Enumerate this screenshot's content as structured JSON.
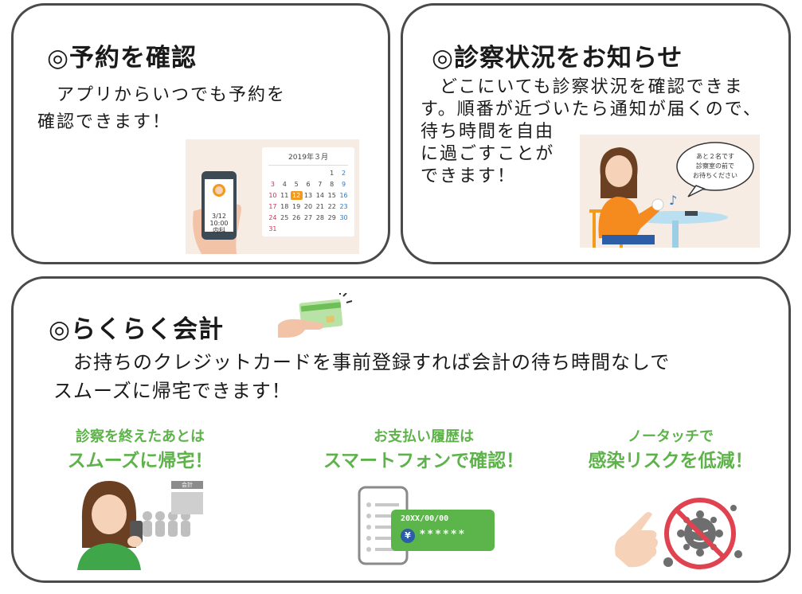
{
  "reserve": {
    "title": "◎予約を確認",
    "body_line1": "　アプリからいつでも予約を",
    "body_line2": "確認できます！",
    "calendar": {
      "month_label": "2019年３月",
      "rows": [
        [
          "",
          "",
          "",
          "",
          "",
          "1",
          "2"
        ],
        [
          "3",
          "4",
          "5",
          "6",
          "7",
          "8",
          "9"
        ],
        [
          "10",
          "11",
          "12",
          "13",
          "14",
          "15",
          "16"
        ],
        [
          "17",
          "18",
          "19",
          "20",
          "21",
          "22",
          "23"
        ],
        [
          "24",
          "25",
          "26",
          "27",
          "28",
          "29",
          "30"
        ],
        [
          "31",
          "",
          "",
          "",
          "",
          "",
          ""
        ]
      ],
      "highlight_day": "12"
    },
    "phone": {
      "date": "3/12",
      "time": "10:00",
      "dept": "内科"
    }
  },
  "status": {
    "title": "◎診察状況をお知らせ",
    "body_line1": "　どこにいても診察状況を確認できま",
    "body_line2": "す。順番が近づいたら通知が届くので、",
    "body_line3": "待ち時間を自由",
    "body_line4": "に過ごすことが",
    "body_line5": "できます！",
    "bubble_line1": "あと２名です",
    "bubble_line2": "診察室の前で",
    "bubble_line3": "お待ちください"
  },
  "pay": {
    "title": "◎らくらく会計",
    "body_line1": "　お持ちのクレジットカードを事前登録すれば会計の待ち時間なしで",
    "body_line2": "スムーズに帰宅できます！",
    "features": [
      {
        "line1": "診察を終えたあとは",
        "line2": "スムーズに帰宅！",
        "sign": "会計"
      },
      {
        "line1": "お支払い履歴は",
        "line2": "スマートフォンで確認！",
        "date": "20XX/00/00",
        "yen": "¥",
        "masked": "******"
      },
      {
        "line1": "ノータッチで",
        "line2": "感染リスクを低減！"
      }
    ]
  },
  "colors": {
    "border": "#4a4a4a",
    "accent_green": "#5db34a",
    "highlight_orange": "#f39a1e",
    "sunday_red": "#c4365a",
    "saturday_blue": "#2f78c4",
    "warning_red": "#e0434f"
  }
}
